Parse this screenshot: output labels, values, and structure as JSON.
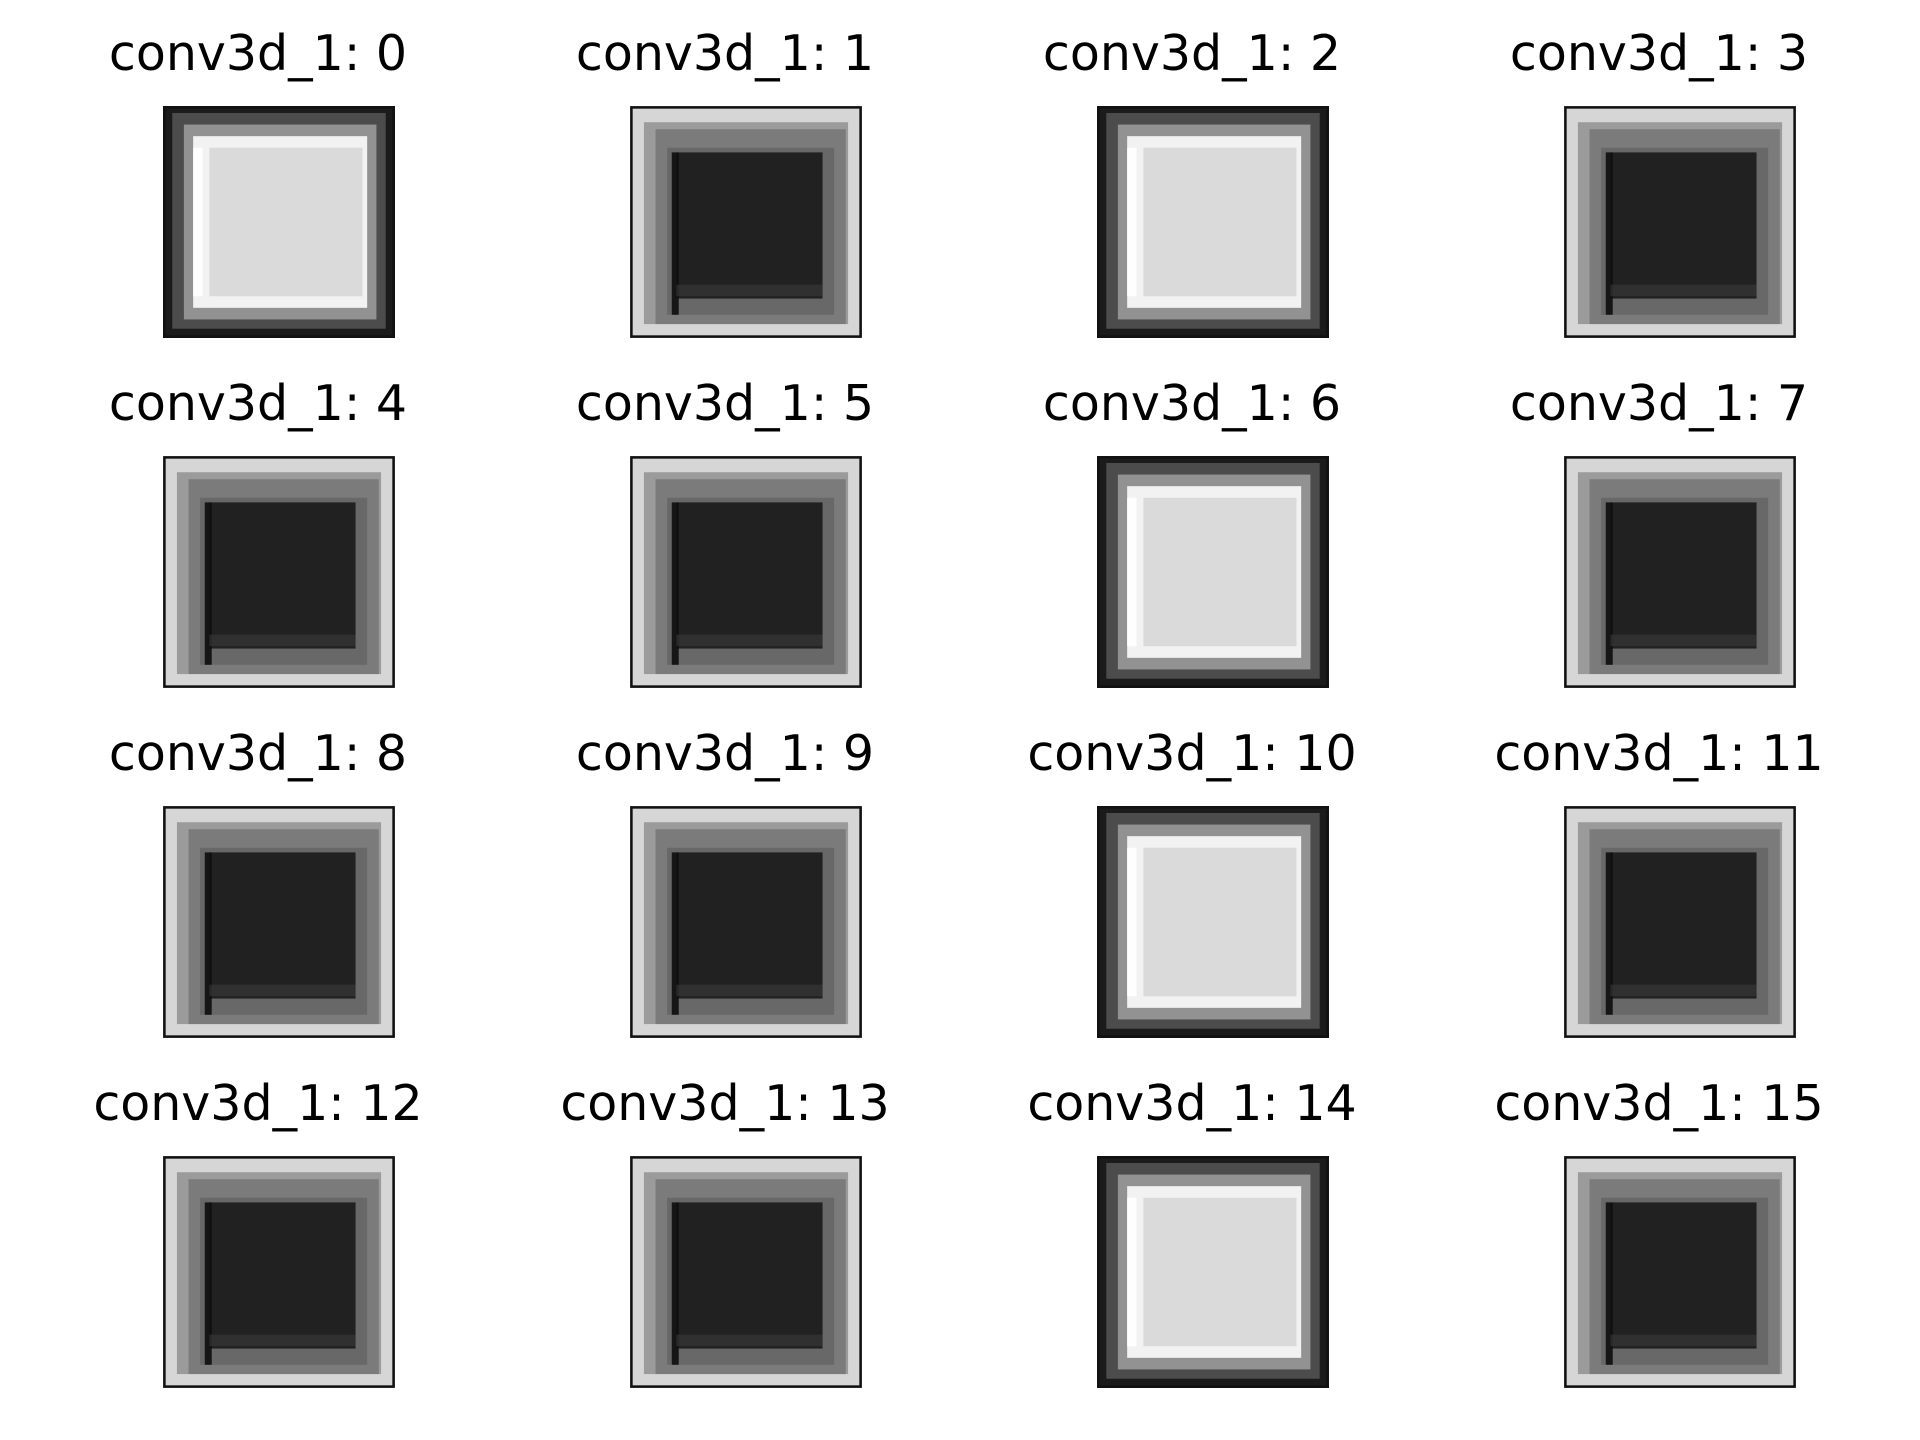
{
  "figure": {
    "panels": [
      {
        "title": "conv3d_1: 0",
        "tone": "light"
      },
      {
        "title": "conv3d_1: 1",
        "tone": "dark"
      },
      {
        "title": "conv3d_1: 2",
        "tone": "light"
      },
      {
        "title": "conv3d_1: 3",
        "tone": "dark"
      },
      {
        "title": "conv3d_1: 4",
        "tone": "dark"
      },
      {
        "title": "conv3d_1: 5",
        "tone": "dark"
      },
      {
        "title": "conv3d_1: 6",
        "tone": "light"
      },
      {
        "title": "conv3d_1: 7",
        "tone": "dark"
      },
      {
        "title": "conv3d_1: 8",
        "tone": "dark"
      },
      {
        "title": "conv3d_1: 9",
        "tone": "dark"
      },
      {
        "title": "conv3d_1: 10",
        "tone": "light"
      },
      {
        "title": "conv3d_1: 11",
        "tone": "dark"
      },
      {
        "title": "conv3d_1: 12",
        "tone": "dark"
      },
      {
        "title": "conv3d_1: 13",
        "tone": "dark"
      },
      {
        "title": "conv3d_1: 14",
        "tone": "light"
      },
      {
        "title": "conv3d_1: 15",
        "tone": "dark"
      }
    ]
  },
  "colors": {
    "background": "#ffffff",
    "frame": "#111111",
    "dark_core": "#212121",
    "dark_mid": "#555555",
    "light_pad": "#d6d6d6",
    "light_core": "#dadada",
    "light_bright": "#f2f2f2",
    "light_frame": "#1b1b1b"
  }
}
